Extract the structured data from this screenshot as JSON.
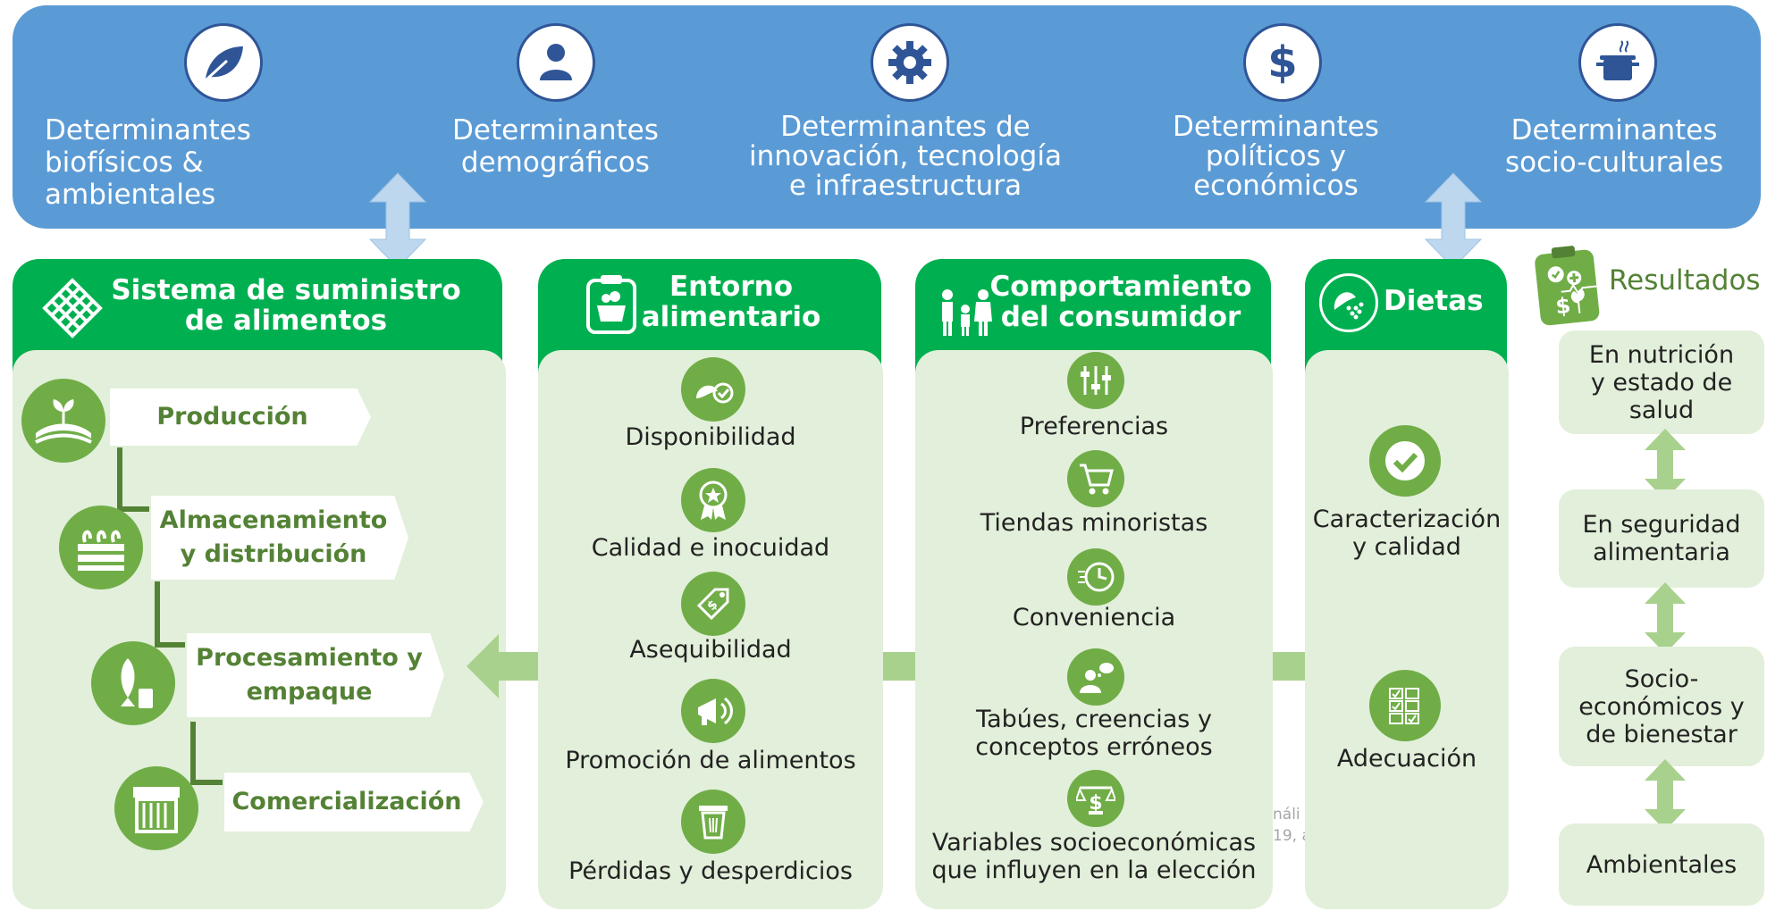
{
  "determinants": [
    {
      "label": "Determinantes\nbiofísicos &\nambientales",
      "icon": "leaf-icon"
    },
    {
      "label": "Determinantes\ndemográficos",
      "icon": "person-icon"
    },
    {
      "label": "Determinantes de\ninnovación, tecnología\ne infraestructura",
      "icon": "gear-icon"
    },
    {
      "label": "Determinantes\npolíticos y\neconómicos",
      "icon": "dollar-icon"
    },
    {
      "label": "Determinantes\nsocio-culturales",
      "icon": "cooking-pot-icon"
    }
  ],
  "supply": {
    "title": "Sistema de suministro\nde alimentos",
    "steps": [
      {
        "label": "Producción",
        "icon": "field-sprout-icon"
      },
      {
        "label": "Almacenamiento\ny distribución",
        "icon": "crate-icon"
      },
      {
        "label": "Procesamiento y\nempaque",
        "icon": "fish-can-icon"
      },
      {
        "label": "Comercialización",
        "icon": "market-stall-icon"
      }
    ]
  },
  "environment": {
    "title": "Entorno\nalimentario",
    "items": [
      {
        "label": "Disponibilidad",
        "icon": "vegetables-check-icon"
      },
      {
        "label": "Calidad e inocuidad",
        "icon": "award-ribbon-icon"
      },
      {
        "label": "Asequibilidad",
        "icon": "price-tag-icon"
      },
      {
        "label": "Promoción de alimentos",
        "icon": "megaphone-icon"
      },
      {
        "label": "Pérdidas y desperdicios",
        "icon": "trash-bin-icon"
      }
    ]
  },
  "consumer": {
    "title": "Comportamiento\ndel consumidor",
    "items": [
      {
        "label": "Preferencias",
        "icon": "sliders-icon"
      },
      {
        "label": "Tiendas minoristas",
        "icon": "shopping-cart-icon"
      },
      {
        "label": "Conveniencia",
        "icon": "fast-clock-icon"
      },
      {
        "label": "Tabúes, creencias y\nconceptos erróneos",
        "icon": "thinking-person-icon"
      },
      {
        "label": "Variables socioeconómicas\nque influyen en la elección",
        "icon": "money-scale-icon"
      }
    ]
  },
  "diets": {
    "title": "Dietas",
    "items": [
      {
        "label": "Caracterización\ny calidad",
        "icon": "checkmark-icon"
      },
      {
        "label": "Adecuación",
        "icon": "checklist-icon"
      }
    ]
  },
  "results": {
    "title": "Resultados",
    "items": [
      {
        "label": "En nutrición\ny estado de\nsalud"
      },
      {
        "label": "En seguridad\nalimentaria"
      },
      {
        "label": "Socio-\neconómicos y\nde bienestar"
      },
      {
        "label": "Ambientales"
      }
    ]
  },
  "faint_text": "náli\n19, a",
  "colors": {
    "banner": "#5b9bd5",
    "header_green": "#00b050",
    "panel": "#e2efda",
    "icon_green": "#70ad47",
    "dark_green": "#548235"
  }
}
